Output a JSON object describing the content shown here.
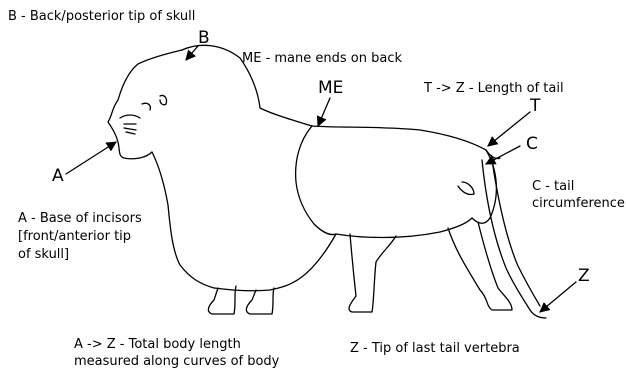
{
  "labels": {
    "b_desc": "B - Back/posterior tip of skull",
    "b_letter": "B",
    "me_desc": "ME - mane ends on back",
    "me_letter": "ME",
    "tz_desc": "T -> Z - Length of tail",
    "t_letter": "T",
    "c_letter": "C",
    "c_desc_line1": "C - tail",
    "c_desc_line2": "circumference",
    "a_letter": "A",
    "a_desc_line1": "A - Base of incisors",
    "a_desc_line2": "[front/anterior tip",
    "a_desc_line3": "of skull]",
    "z_letter": "Z",
    "az_desc_line1": "A -> Z - Total body length",
    "az_desc_line2": "measured along curves of body",
    "z_desc": "Z - Tip of last tail vertebra"
  },
  "colors": {
    "ink": "#000000",
    "background": "#ffffff"
  }
}
